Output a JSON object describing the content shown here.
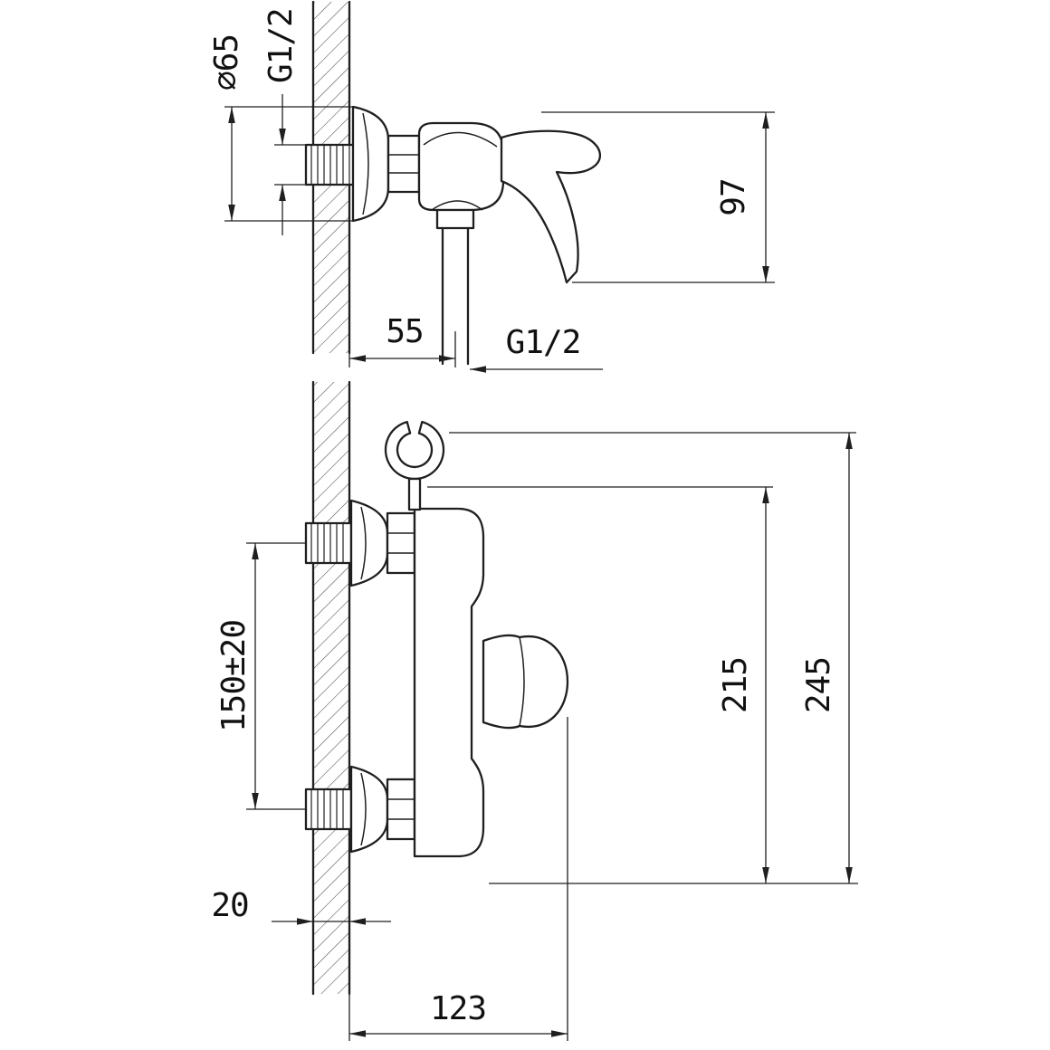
{
  "drawing": {
    "type": "technical-dimension-drawing",
    "subject": "wall-mounted shower mixer, two orthographic views",
    "colors": {
      "line": "#1f1f1f",
      "background": "#ffffff",
      "hatch": "#4a4a4a"
    },
    "top_view": {
      "flange_diameter": "∅65",
      "inlet_thread": "G1/2",
      "body_height": "97",
      "wall_to_outlet": "55",
      "outlet_thread": "G1/2"
    },
    "front_view": {
      "inlet_spacing": "150±20",
      "body_span": "215",
      "overall_height": "245",
      "wall_offset": "20",
      "projection": "123"
    }
  }
}
